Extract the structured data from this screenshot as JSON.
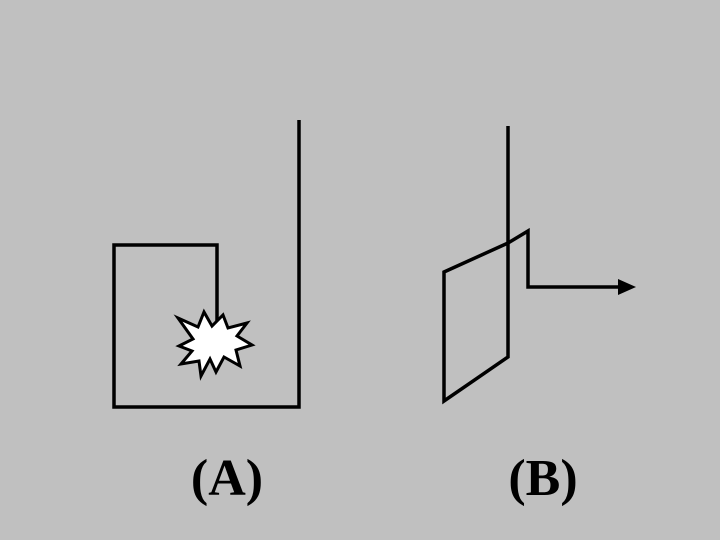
{
  "panels": [
    {
      "id": "A",
      "label": "(A)"
    },
    {
      "id": "B",
      "label": "(B)"
    }
  ],
  "colors": {
    "background": "#c0c0c0",
    "line": "#000000",
    "burst_fill": "#ffffff"
  },
  "icons": {
    "burst": "explosion-icon",
    "arrow": "arrowhead-icon"
  }
}
